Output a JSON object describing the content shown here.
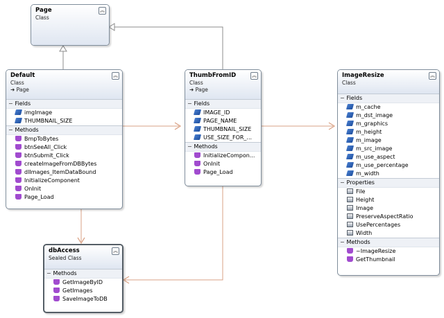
{
  "classes": {
    "page": {
      "name": "Page",
      "type": "Class",
      "collapse_icon": "chevron-double-up-icon"
    },
    "default": {
      "name": "Default",
      "type": "Class",
      "base": "Page",
      "fields_label": "Fields",
      "fields": [
        "imgImage",
        "THUMBNAIL_SIZE"
      ],
      "methods_label": "Methods",
      "methods": [
        "BmpToBytes",
        "btnSeeAll_Click",
        "btnSubmit_Click",
        "createImageFromDBBytes",
        "dlImages_ItemDataBound",
        "InitializeComponent",
        "OnInit",
        "Page_Load"
      ]
    },
    "thumb": {
      "name": "ThumbFromID",
      "type": "Class",
      "base": "Page",
      "fields_label": "Fields",
      "fields": [
        "IMAGE_ID",
        "PAGE_NAME",
        "THUMBNAIL_SIZE",
        "USE_SIZE_FOR_..."
      ],
      "methods_label": "Methods",
      "methods": [
        "InitializeCompon...",
        "OnInit",
        "Page_Load"
      ]
    },
    "resize": {
      "name": "ImageResize",
      "type": "Class",
      "fields_label": "Fields",
      "fields": [
        "m_cache",
        "m_dst_image",
        "m_graphics",
        "m_height",
        "m_image",
        "m_src_image",
        "m_use_aspect",
        "m_use_percentage",
        "m_width"
      ],
      "properties_label": "Properties",
      "properties": [
        "File",
        "Height",
        "Image",
        "PreserveAspectRatio",
        "UsePercentages",
        "Width"
      ],
      "methods_label": "Methods",
      "methods": [
        "~ImageResize",
        "GetThumbnail"
      ]
    },
    "db": {
      "name": "dbAccess",
      "type": "Sealed Class",
      "methods_label": "Methods",
      "methods": [
        "GetImageByID",
        "GetImages",
        "SaveImageToDB"
      ]
    }
  },
  "colors": {
    "inheritance": "#8c8c8c",
    "association": "#d9a184",
    "header_top": "#ffffff",
    "header_bottom": "#dfe6f1",
    "border": "#7f8d9b"
  }
}
